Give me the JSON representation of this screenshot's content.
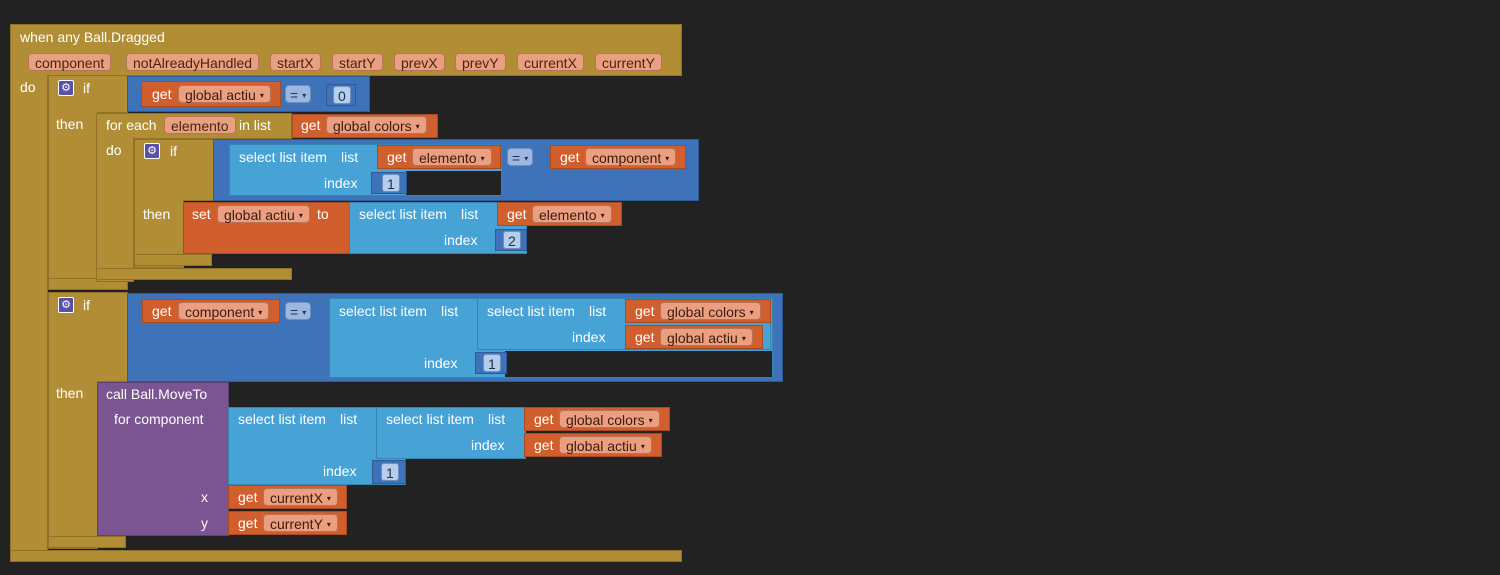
{
  "event": {
    "title": "when any Ball.Dragged",
    "params": [
      "component",
      "notAlreadyHandled",
      "startX",
      "startY",
      "prevX",
      "prevY",
      "currentX",
      "currentY"
    ],
    "do_label": "do"
  },
  "labels": {
    "if": "if",
    "then": "then",
    "do": "do",
    "get": "get",
    "set": "set",
    "to": "to",
    "for_each": "for each",
    "in_list": "in list",
    "select_list_item": "select list item",
    "list": "list",
    "index": "index",
    "call_moveto": "call Ball.MoveTo",
    "for_component": "for component",
    "x": "x",
    "y": "y",
    "eq": "=",
    "caret": "▾"
  },
  "vars": {
    "global_actiu": "global actiu",
    "global_colors": "global colors",
    "elemento": "elemento",
    "component": "component",
    "currentX": "currentX",
    "currentY": "currentY"
  },
  "numbers": {
    "zero": "0",
    "one": "1",
    "two": "2"
  },
  "colors": {
    "background": "#222222",
    "event_control": "#b18e35",
    "logic": "#3f73b9",
    "lists": "#47a2d6",
    "variables": "#d05f2d",
    "procedure": "#7b5592"
  },
  "icons": {
    "mutator": "gear-icon",
    "dropdown": "chevron-down-icon"
  }
}
